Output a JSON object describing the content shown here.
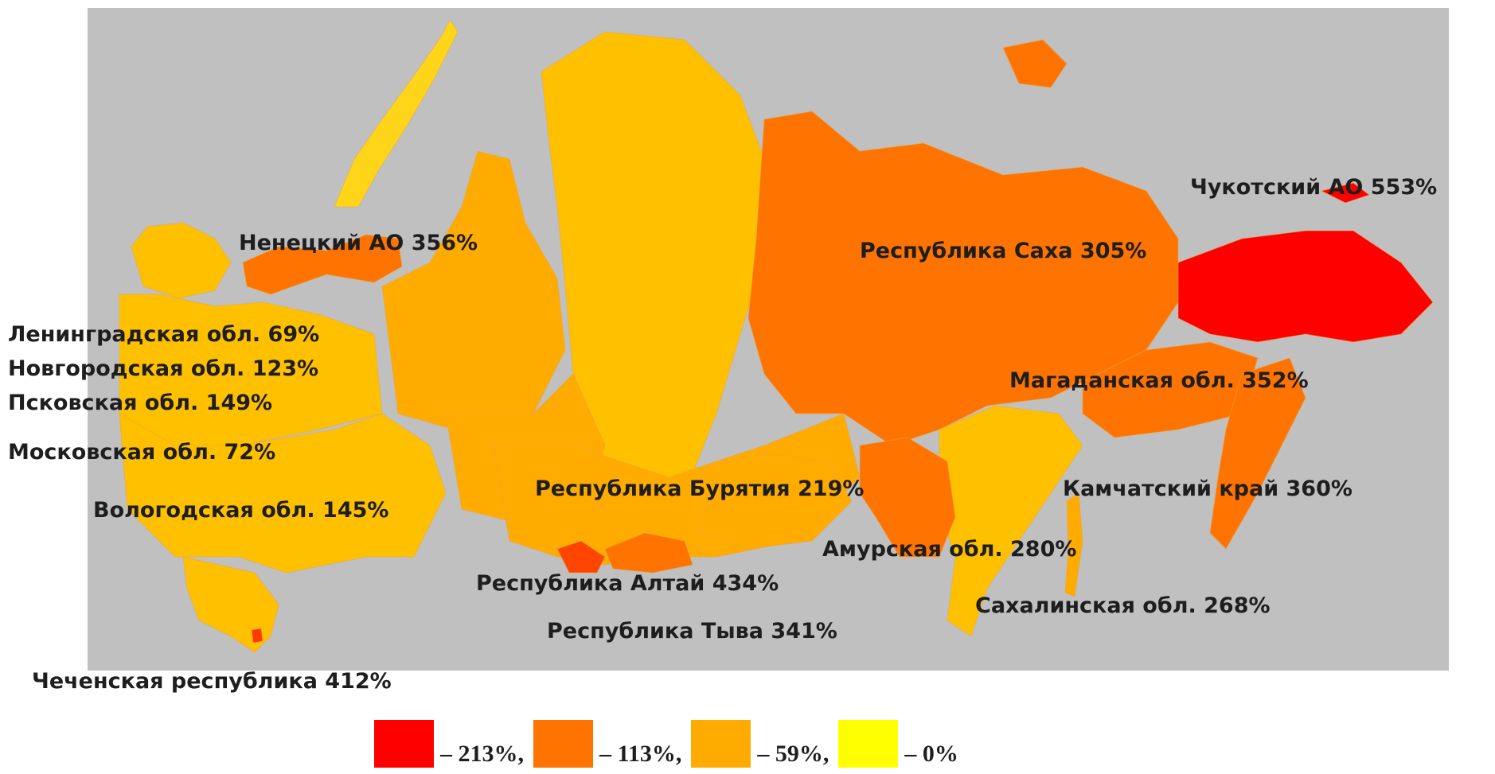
{
  "colors": {
    "background": "#c0c0c0",
    "red": "#ff0000",
    "dark_orange": "#ff7300",
    "orange": "#ffab00",
    "light_orange": "#ffc000",
    "yellow": "#ffff00"
  },
  "labels": [
    {
      "id": "nenets",
      "text": "Ненецкий АО 356%"
    },
    {
      "id": "chukotka",
      "text": "Чукотский АО 553%"
    },
    {
      "id": "sakha",
      "text": "Республика Саха 305%"
    },
    {
      "id": "leningrad",
      "text": "Ленинградская обл. 69%"
    },
    {
      "id": "novgorod",
      "text": "Новгородская обл. 123%"
    },
    {
      "id": "pskov",
      "text": "Псковская обл. 149%"
    },
    {
      "id": "moscow",
      "text": "Московская обл. 72%"
    },
    {
      "id": "magadan",
      "text": "Магаданская обл. 352%"
    },
    {
      "id": "buryatia",
      "text": "Республика Бурятия 219%"
    },
    {
      "id": "kamchatka",
      "text": "Камчатский край 360%"
    },
    {
      "id": "vologda",
      "text": "Вологодская обл. 145%"
    },
    {
      "id": "amur",
      "text": "Амурская обл. 280%"
    },
    {
      "id": "altai",
      "text": "Республика Алтай 434%"
    },
    {
      "id": "sakhalin",
      "text": "Сахалинская обл. 268%"
    },
    {
      "id": "tuva",
      "text": "Республика Тыва 341%"
    },
    {
      "id": "chechnya",
      "text": "Чеченская республика 412%"
    }
  ],
  "legend": [
    {
      "color": "#ff0000",
      "text": "– 213%,"
    },
    {
      "color": "#ff7300",
      "text": "– 113%,"
    },
    {
      "color": "#ffab00",
      "text": "– 59%,"
    },
    {
      "color": "#ffff00",
      "text": "– 0%"
    }
  ]
}
